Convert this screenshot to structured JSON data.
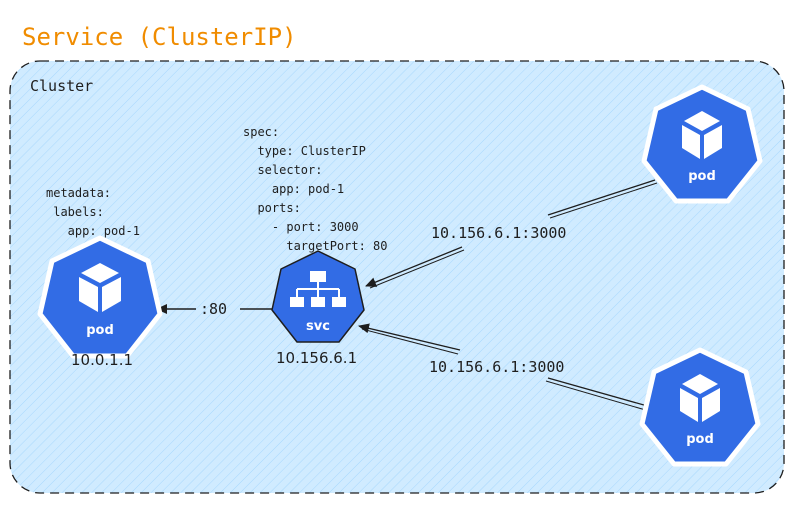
{
  "title": "Service (ClusterIP)",
  "cluster": {
    "label": "Cluster",
    "fill_color": "#d0ebff",
    "border_color": "#1e1e1e"
  },
  "colors": {
    "title": "#f08c00",
    "k8s_blue": "#326ce5",
    "line": "#1e1e1e"
  },
  "service_spec": [
    "spec:",
    "  type: ClusterIP",
    "  selector:",
    "    app: pod-1",
    "  ports:",
    "    - port: 3000",
    "      targetPort: 80"
  ],
  "pod_metadata": [
    "metadata:",
    " labels:",
    "   app: pod-1"
  ],
  "nodes": {
    "target_pod": {
      "icon": "pod-icon",
      "icon_text": "pod",
      "ip": "10.0.1.1"
    },
    "service": {
      "icon": "svc-icon",
      "icon_text": "svc",
      "ip": "10.156.6.1"
    },
    "client_pod_top": {
      "icon": "pod-icon",
      "icon_text": "pod"
    },
    "client_pod_bottom": {
      "icon": "pod-icon",
      "icon_text": "pod"
    }
  },
  "edges": {
    "svc_to_pod": ":80",
    "top_client_to_svc": "10.156.6.1:3000",
    "bottom_client_to_svc": "10.156.6.1:3000"
  }
}
